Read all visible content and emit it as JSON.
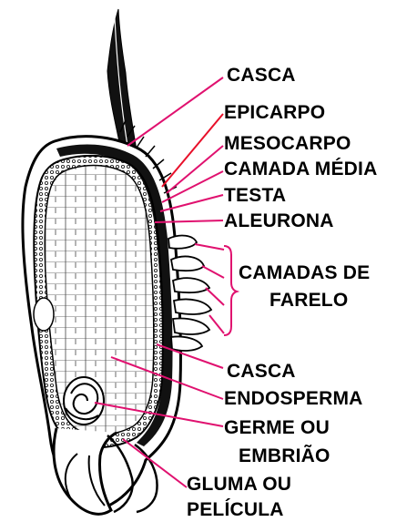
{
  "diagram": {
    "labels": {
      "casca_top": "CASCA",
      "epicarpo": "EPICARPO",
      "mesocarpo": "MESOCARPO",
      "camada_media": "CAMADA MÉDIA",
      "testa": "TESTA",
      "aleurona": "ALEURONA",
      "camadas_de_farelo_line1": "CAMADAS DE",
      "camadas_de_farelo_line2": "FARELO",
      "casca_bottom": "CASCA",
      "endosperma": "ENDOSPERMA",
      "germe_line1": "GERME OU",
      "germe_line2": "EMBRIÃO",
      "gluma_line1": "GLUMA OU",
      "gluma_line2": "PELÍCULA"
    },
    "colors": {
      "leader_line": "#e0116f",
      "epicarpo_line": "#e8102a",
      "ink": "#000000",
      "background": "#ffffff"
    }
  }
}
